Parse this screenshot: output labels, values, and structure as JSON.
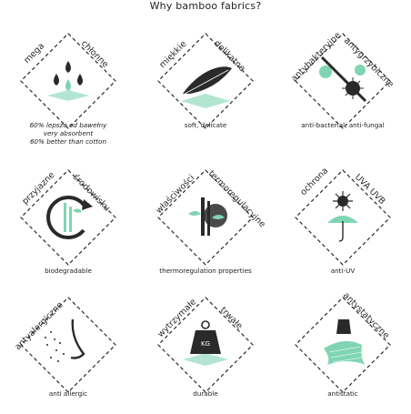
{
  "title": "Why bamboo fabrics?",
  "accent": "#7fd4b4",
  "ink": "#2a2a2a",
  "cards": [
    {
      "tag_left": "mega",
      "tag_right": "chłonne",
      "caption_lines": [
        "60% lepsze od bawełny",
        "very absorbent",
        "60% better than cotton"
      ],
      "icon": "water-drops-icon"
    },
    {
      "tag_left": "miękkie",
      "tag_right": "delikatne",
      "caption_lines": [
        "soft, delicate"
      ],
      "icon": "feather-icon"
    },
    {
      "tag_left": "antybakteryjne",
      "tag_right": "antygrzybiczne",
      "caption_lines": [
        "anti-bacterial, anti-fungal"
      ],
      "icon": "bacteria-icon"
    },
    {
      "tag_left": "przyjazne",
      "tag_right": "środowisku",
      "caption_lines": [
        "biodegradable"
      ],
      "icon": "bamboo-cycle-icon"
    },
    {
      "tag_left": "właściwości",
      "tag_right": "termoregulacyjne",
      "caption_lines": [
        "thermoregulation properties"
      ],
      "icon": "bamboo-thermo-icon"
    },
    {
      "tag_left": "ochrona",
      "tag_right": "UVA UVB",
      "caption_lines": [
        "anti-UV"
      ],
      "icon": "sun-umbrella-icon"
    },
    {
      "tag_left": "antyalergiczne",
      "tag_right": "",
      "caption_lines": [
        "anti allergic"
      ],
      "icon": "nose-icon"
    },
    {
      "tag_left": "wytrzymałe",
      "tag_right": "trwałe",
      "caption_lines": [
        "durable"
      ],
      "icon": "weight-icon"
    },
    {
      "tag_left": "",
      "tag_right": "antystatyczne",
      "caption_lines": [
        "antistatic"
      ],
      "icon": "hand-fabric-icon"
    }
  ],
  "weight_label": "KG"
}
